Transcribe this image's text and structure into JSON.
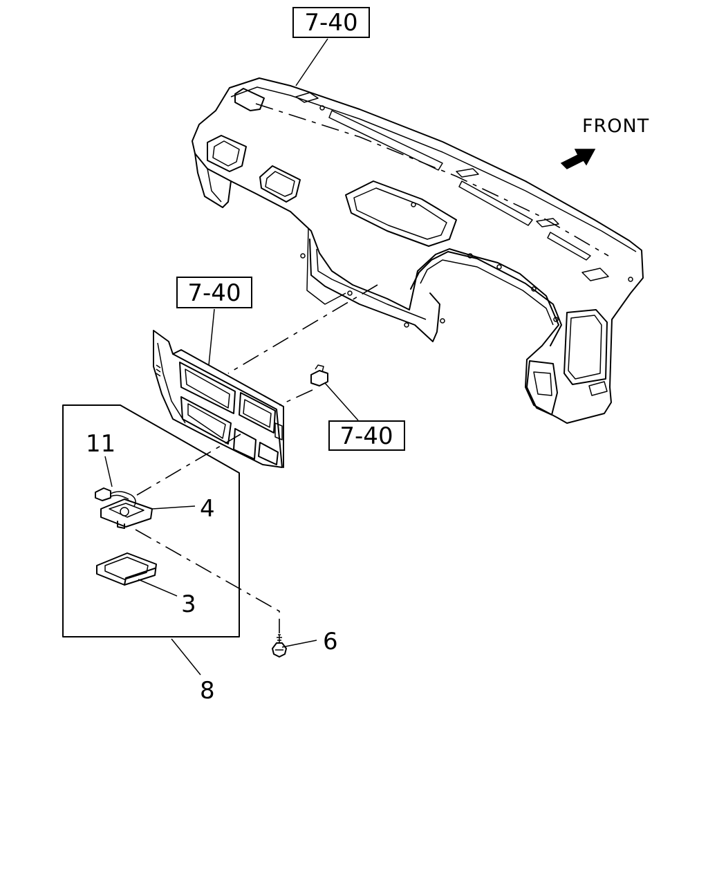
{
  "direction_label": "FRONT",
  "refs": {
    "top": "7-40",
    "middle": "7-40",
    "clip": "7-40"
  },
  "parts": {
    "p11": "11",
    "p4": "4",
    "p3": "3",
    "p6": "6",
    "p8": "8"
  }
}
